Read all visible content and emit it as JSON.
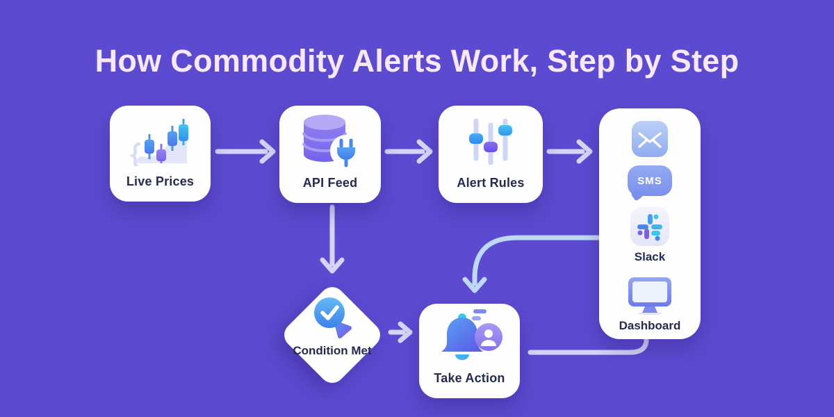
{
  "title": {
    "text": "How Commodity Alerts Work, Step by Step"
  },
  "colors": {
    "background": "#5c4ad0",
    "title_text": "#f7e8f7",
    "card_background": "#fffefe",
    "node_label_text": "#242b4e",
    "arrow_lavender": "#d8d4f8",
    "arrow_blue": "#bed9f5",
    "accent_blue": "#3d9af0",
    "accent_purple": "#7a62e8",
    "accent_cyan": "#3fc4ee"
  },
  "nodes": {
    "live_prices": {
      "label": "Live Prices"
    },
    "api_feed": {
      "label": "API Feed"
    },
    "alert_rules": {
      "label": "Alert Rules"
    },
    "condition_met": {
      "label": "Condition Met"
    },
    "take_action": {
      "label": "Take Action"
    },
    "channels": {
      "sms_text": "SMS",
      "slack_label": "Slack",
      "dashboard_label": "Dashboard"
    }
  },
  "flow_edges": [
    {
      "from": "live_prices",
      "to": "api_feed"
    },
    {
      "from": "api_feed",
      "to": "alert_rules"
    },
    {
      "from": "alert_rules",
      "to": "channels"
    },
    {
      "from": "api_feed",
      "to": "condition_met"
    },
    {
      "from": "condition_met",
      "to": "take_action"
    },
    {
      "from": "channels",
      "to": "take_action"
    },
    {
      "from": "take_action",
      "to": "channels"
    }
  ]
}
